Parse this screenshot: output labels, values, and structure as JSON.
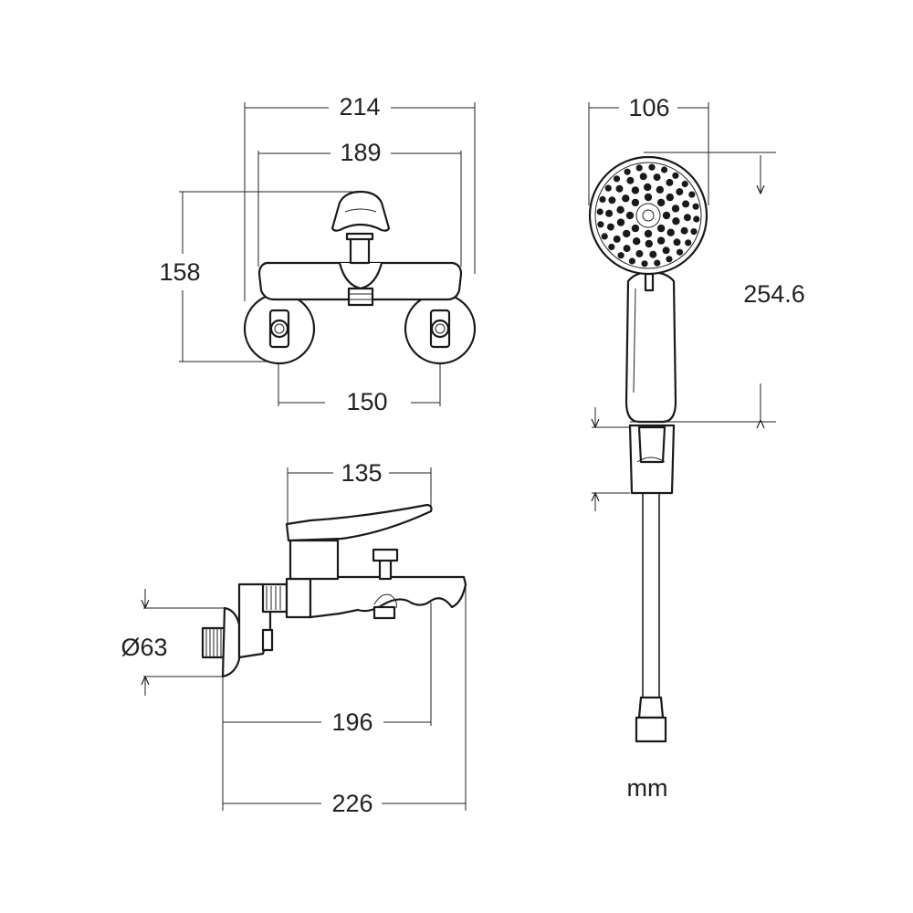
{
  "dimensions": {
    "front_total_width": "214",
    "front_inner_width": "189",
    "front_height": "158",
    "front_inlet_spacing": "150",
    "side_lever_length": "135",
    "side_flange_diameter": "Ø63",
    "side_spout_projection": "196",
    "side_total_depth": "226",
    "shower_head_width": "106",
    "shower_length": "254.6"
  },
  "unit": "mm",
  "colors": {
    "line": "#1a1a1a",
    "background": "#ffffff"
  }
}
